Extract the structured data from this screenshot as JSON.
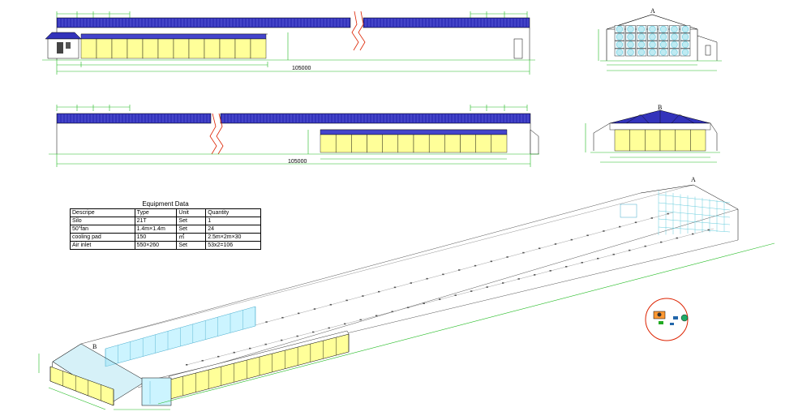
{
  "equipment_table": {
    "title": "Equipment Data",
    "columns": [
      "Descripe",
      "Type",
      "Unit",
      "Quantity"
    ],
    "rows": [
      [
        "Silo",
        "21T",
        "Set",
        "1"
      ],
      [
        "50\"fan",
        "1.4m×1.4m",
        "Set",
        "24"
      ],
      [
        "cooling pad",
        "150",
        "㎡",
        "2.5m×2m×30"
      ],
      [
        "Air inlet",
        "550×260",
        "Set",
        "53x2=106"
      ]
    ]
  },
  "labels": {
    "section_a": "A",
    "section_b": "B",
    "top_total_length": "105000",
    "mid_total_length": "105000"
  },
  "colors": {
    "roof_blue": "#3333bb",
    "pad_yellow": "#ffff99",
    "line_green": "#22bb22",
    "line_black": "#000000",
    "fan_cyan": "#66ccdd",
    "detail_red": "#dd2200"
  }
}
